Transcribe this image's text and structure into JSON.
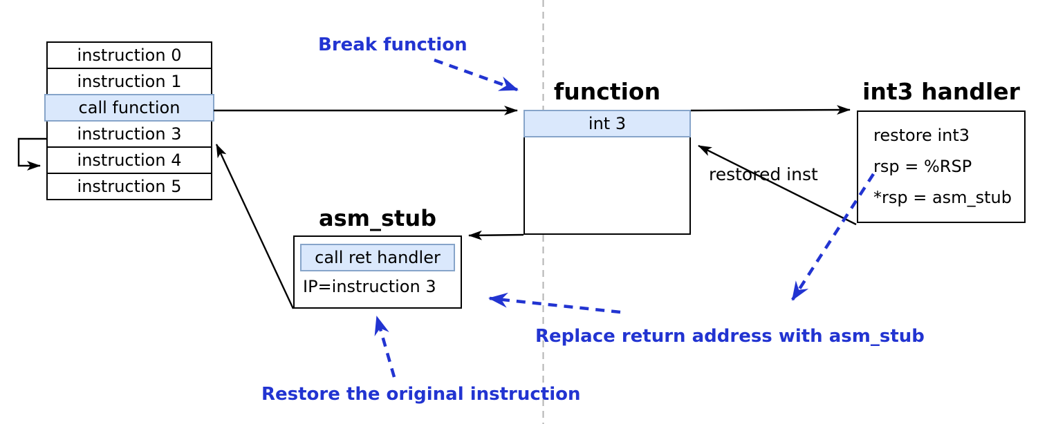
{
  "table": {
    "rows": [
      {
        "label": "instruction 0",
        "highlighted": false
      },
      {
        "label": "instruction 1",
        "highlighted": false
      },
      {
        "label": "call function",
        "highlighted": true
      },
      {
        "label": "instruction 3",
        "highlighted": false
      },
      {
        "label": "instruction 4",
        "highlighted": false
      },
      {
        "label": "instruction 5",
        "highlighted": false
      }
    ]
  },
  "function_box": {
    "title": "function",
    "top_row": "int 3"
  },
  "int3_handler_box": {
    "title": "int3 handler",
    "lines": {
      "line1": "restore int3",
      "line2": "rsp = %RSP",
      "line3": "*rsp = asm_stub"
    }
  },
  "asm_stub_box": {
    "title": "asm_stub",
    "highlighted_row": "call ret handler",
    "line": "IP=instruction 3"
  },
  "annotations": {
    "break_function": "Break function",
    "restored_inst": "restored inst",
    "replace_return": "Replace return address with asm_stub",
    "restore_original": "Restore the original instruction"
  },
  "colors": {
    "highlight_fill": "#dae8fc",
    "highlight_border": "#86a4c9",
    "annotation_blue": "#2234d1",
    "line_black": "#000000",
    "divider_gray": "#b3b3b3"
  }
}
